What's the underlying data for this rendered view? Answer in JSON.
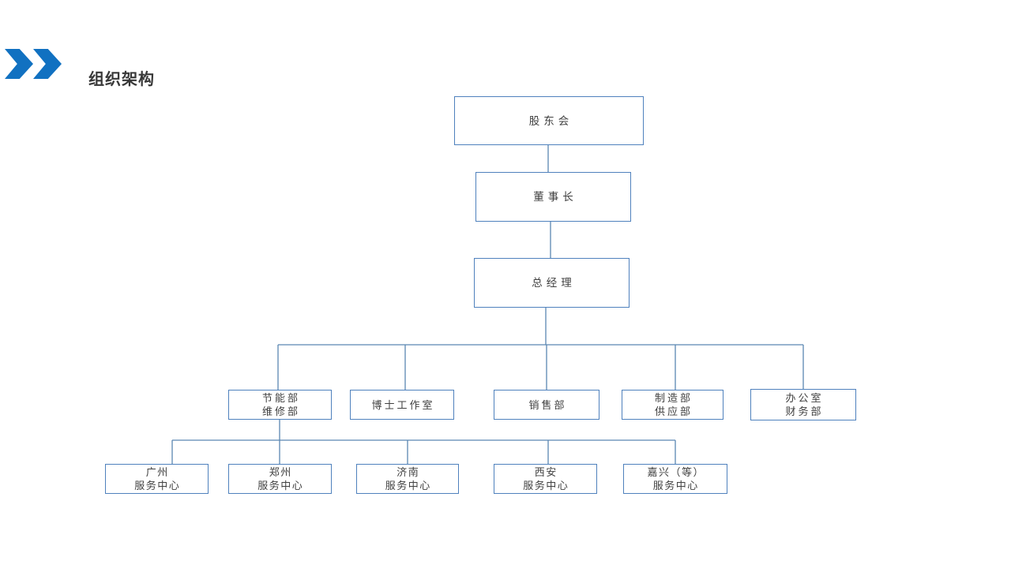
{
  "title": "组织架构",
  "colors": {
    "accent_chevron": "#1171c1",
    "box_border": "#4f81bd",
    "connector_line": "#5b87b2",
    "box_text": "#404040",
    "title_text": "#383838",
    "background": "#ffffff"
  },
  "icons": {
    "header_marker": "double-chevron-right-icon"
  },
  "org": {
    "shareholders": {
      "line1": "股东会"
    },
    "chairman": {
      "line1": "董事长"
    },
    "general_manager": {
      "line1": "总经理"
    },
    "dept_energy": {
      "line1": "节能部",
      "line2": "维修部"
    },
    "dept_doctor_studio": {
      "line1": "博士工作室"
    },
    "dept_sales": {
      "line1": "销售部"
    },
    "dept_manufacturing": {
      "line1": "制造部",
      "line2": "供应部"
    },
    "dept_office": {
      "line1": "办公室",
      "line2": "财务部"
    },
    "center_guangzhou": {
      "line1": "广州",
      "line2": "服务中心"
    },
    "center_zhengzhou": {
      "line1": "郑州",
      "line2": "服务中心"
    },
    "center_jinan": {
      "line1": "济南",
      "line2": "服务中心"
    },
    "center_xian": {
      "line1": "西安",
      "line2": "服务中心"
    },
    "center_jiaxing": {
      "line1": "嘉兴（等）",
      "line2": "服务中心"
    }
  }
}
